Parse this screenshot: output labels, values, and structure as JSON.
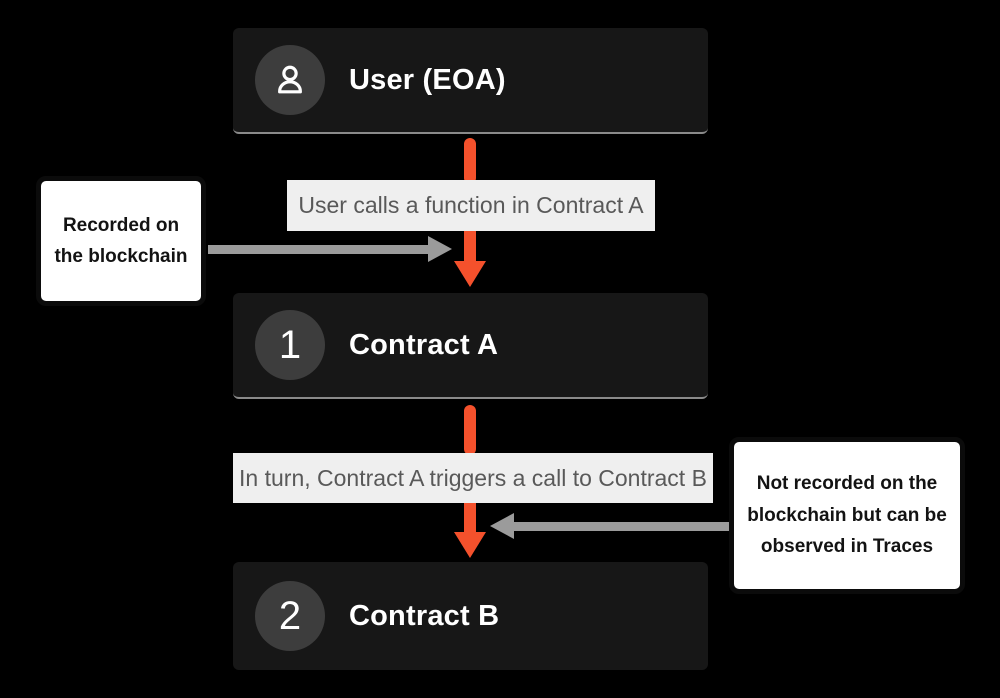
{
  "diagram": {
    "title": "Contract call flow (User EOA to Contract A to Contract B)",
    "background": "#000000",
    "colors": {
      "flow_arrow": "#f4512c",
      "annotation_arrow": "#9b9b9b",
      "node_bg": "#171717",
      "badge_bg": "#3d3d3d",
      "edge_label_bg": "#efefef",
      "edge_label_text": "#595959",
      "annotation_bg": "#ffffff",
      "annotation_border": "#0b0b0b"
    },
    "nodes": [
      {
        "label": "User (EOA)",
        "badge": "",
        "icon": "user-icon"
      },
      {
        "label": "Contract A",
        "badge": "1"
      },
      {
        "label": "Contract B",
        "badge": "2"
      }
    ],
    "edges": [
      {
        "label": "User calls a function in Contract A"
      },
      {
        "label": "In turn, Contract A triggers a call to Contract B"
      }
    ],
    "annotations": [
      {
        "side": "left",
        "text": "Recorded on the blockchain"
      },
      {
        "side": "right",
        "text": "Not recorded on the blockchain but can be observed in Traces"
      }
    ]
  }
}
